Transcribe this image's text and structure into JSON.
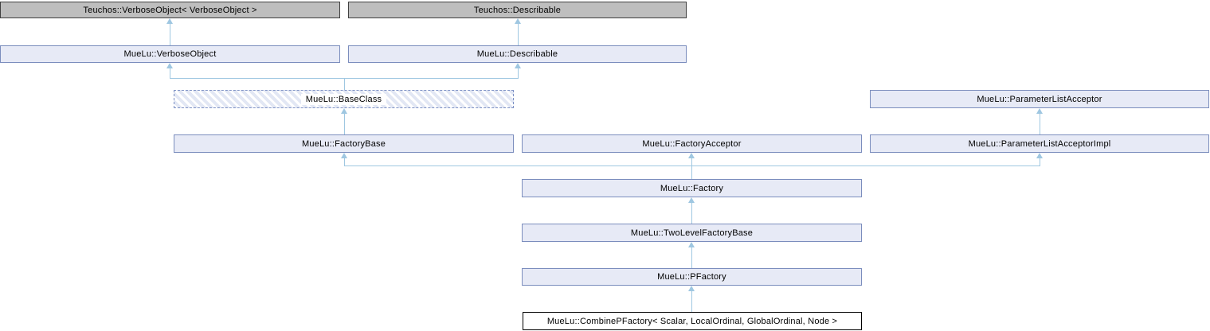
{
  "colors": {
    "edge": "#9fc7e1",
    "node-fill": "#e7eaf6",
    "node-border": "#7b8dbd",
    "external-fill": "#bebebe",
    "external-border": "#404040",
    "dash-border": "#7c90c4",
    "hatch": "#e2e7f4",
    "current-fill": "#ffffff",
    "current-border": "#000000",
    "text": "#000000",
    "page-bg": "#ffffff"
  },
  "diagram": {
    "type": "class-inheritance-graph",
    "nodes": [
      {
        "id": "teuchos-verboseobject",
        "label": "Teuchos::VerboseObject< VerboseObject >",
        "style": "external"
      },
      {
        "id": "teuchos-describable",
        "label": "Teuchos::Describable",
        "style": "external"
      },
      {
        "id": "muelu-verboseobject",
        "label": "MueLu::VerboseObject",
        "style": "normal"
      },
      {
        "id": "muelu-describable",
        "label": "MueLu::Describable",
        "style": "normal"
      },
      {
        "id": "muelu-baseclass",
        "label": "MueLu::BaseClass",
        "style": "truncated"
      },
      {
        "id": "muelu-parameterlistacceptor",
        "label": "MueLu::ParameterListAcceptor",
        "style": "normal"
      },
      {
        "id": "muelu-factorybase",
        "label": "MueLu::FactoryBase",
        "style": "normal"
      },
      {
        "id": "muelu-factoryacceptor",
        "label": "MueLu::FactoryAcceptor",
        "style": "normal"
      },
      {
        "id": "muelu-parameterlistacceptorimpl",
        "label": "MueLu::ParameterListAcceptorImpl",
        "style": "normal"
      },
      {
        "id": "muelu-factory",
        "label": "MueLu::Factory",
        "style": "normal"
      },
      {
        "id": "muelu-twolevelfactorybase",
        "label": "MueLu::TwoLevelFactoryBase",
        "style": "normal"
      },
      {
        "id": "muelu-pfactory",
        "label": "MueLu::PFactory",
        "style": "normal"
      },
      {
        "id": "muelu-combinepfactory",
        "label": "MueLu::CombinePFactory< Scalar, LocalOrdinal, GlobalOrdinal, Node >",
        "style": "current"
      }
    ],
    "edges": [
      {
        "from": "muelu-verboseobject",
        "to": "teuchos-verboseobject",
        "kind": "public-inheritance"
      },
      {
        "from": "muelu-describable",
        "to": "teuchos-describable",
        "kind": "public-inheritance"
      },
      {
        "from": "muelu-baseclass",
        "to": "muelu-verboseobject",
        "kind": "public-inheritance"
      },
      {
        "from": "muelu-baseclass",
        "to": "muelu-describable",
        "kind": "public-inheritance"
      },
      {
        "from": "muelu-factorybase",
        "to": "muelu-baseclass",
        "kind": "public-inheritance"
      },
      {
        "from": "muelu-parameterlistacceptorimpl",
        "to": "muelu-parameterlistacceptor",
        "kind": "public-inheritance"
      },
      {
        "from": "muelu-factory",
        "to": "muelu-factorybase",
        "kind": "public-inheritance"
      },
      {
        "from": "muelu-factory",
        "to": "muelu-factoryacceptor",
        "kind": "public-inheritance"
      },
      {
        "from": "muelu-factory",
        "to": "muelu-parameterlistacceptorimpl",
        "kind": "public-inheritance"
      },
      {
        "from": "muelu-twolevelfactorybase",
        "to": "muelu-factory",
        "kind": "public-inheritance"
      },
      {
        "from": "muelu-pfactory",
        "to": "muelu-twolevelfactorybase",
        "kind": "public-inheritance"
      },
      {
        "from": "muelu-combinepfactory",
        "to": "muelu-pfactory",
        "kind": "public-inheritance"
      }
    ]
  }
}
